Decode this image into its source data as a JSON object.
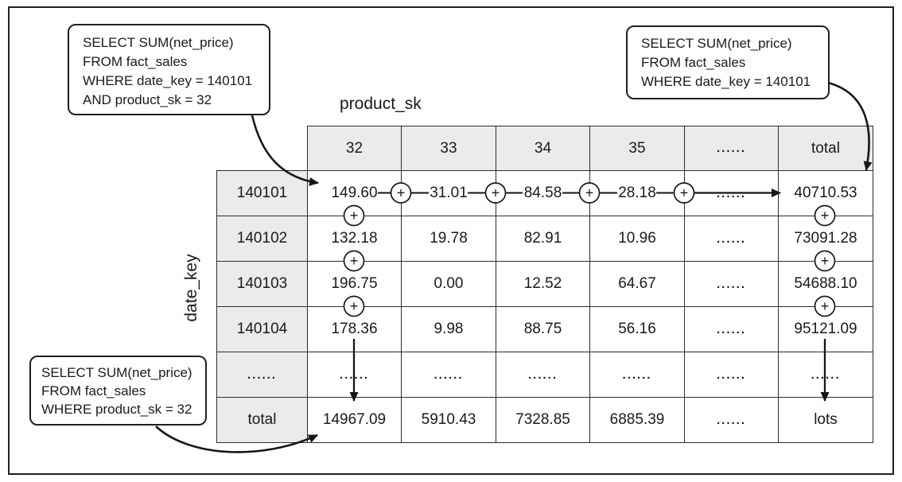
{
  "figure": {
    "col_axis_label": "product_sk",
    "row_axis_label": "date_key",
    "operator_symbol": "+"
  },
  "callouts": {
    "top_left": {
      "lines": [
        "SELECT SUM(net_price)",
        "FROM fact_sales",
        "WHERE date_key = 140101",
        "AND product_sk = 32"
      ]
    },
    "top_right": {
      "lines": [
        "SELECT SUM(net_price)",
        "FROM fact_sales",
        "WHERE date_key = 140101"
      ]
    },
    "bottom_left": {
      "lines": [
        "SELECT SUM(net_price)",
        "FROM fact_sales",
        "WHERE product_sk = 32"
      ]
    }
  },
  "table": {
    "col_headers": [
      "32",
      "33",
      "34",
      "35",
      "......",
      "total"
    ],
    "row_headers": [
      "140101",
      "140102",
      "140103",
      "140104",
      "......",
      "total"
    ],
    "rows": [
      [
        "149.60",
        "31.01",
        "84.58",
        "28.18",
        "......",
        "40710.53"
      ],
      [
        "132.18",
        "19.78",
        "82.91",
        "10.96",
        "......",
        "73091.28"
      ],
      [
        "196.75",
        "0.00",
        "12.52",
        "64.67",
        "......",
        "54688.10"
      ],
      [
        "178.36",
        "9.98",
        "88.75",
        "56.16",
        "......",
        "95121.09"
      ],
      [
        "......",
        "......",
        "......",
        "......",
        "......",
        "......"
      ],
      [
        "14967.09",
        "5910.43",
        "7328.85",
        "6885.39",
        "......",
        "lots"
      ]
    ]
  },
  "colors": {
    "header_bg": "#ebebeb",
    "grid_line": "#2d2d2d",
    "ink": "#1a1a1a",
    "background": "#ffffff"
  }
}
